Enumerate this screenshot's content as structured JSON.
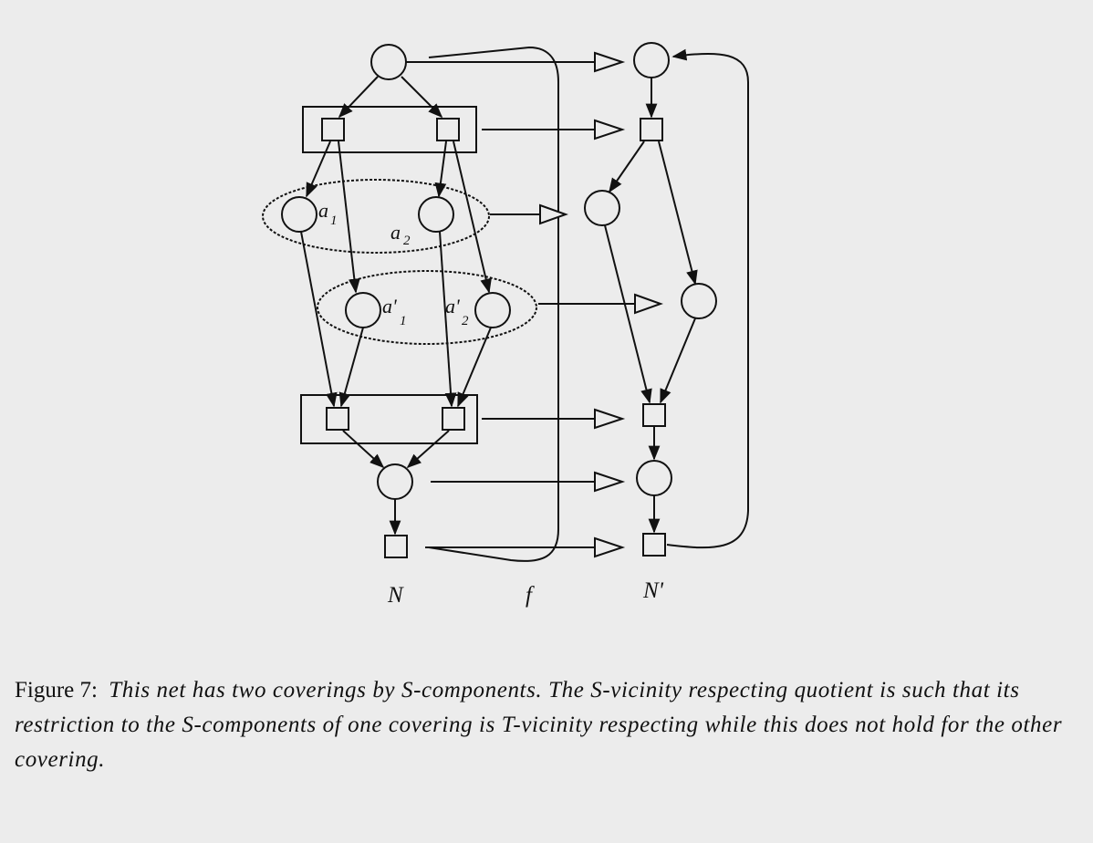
{
  "figure": {
    "net_left_label": "N",
    "net_right_label": "N'",
    "mapping_label": "f",
    "place_labels": {
      "a1": "a",
      "a1_sub": "1",
      "a2": "a",
      "a2_sub": "2",
      "a1p": "a'",
      "a1p_sub": "1",
      "a2p": "a'",
      "a2p_sub": "2"
    }
  },
  "caption": {
    "label": "Figure 7:",
    "text": "This net has two coverings by S-components. The S-vicinity respecting quotient is such that its restriction to the S-components of one covering is T-vicinity respecting while this does not hold for the other covering."
  },
  "colors": {
    "ink": "#111111",
    "paper": "#ececec"
  }
}
